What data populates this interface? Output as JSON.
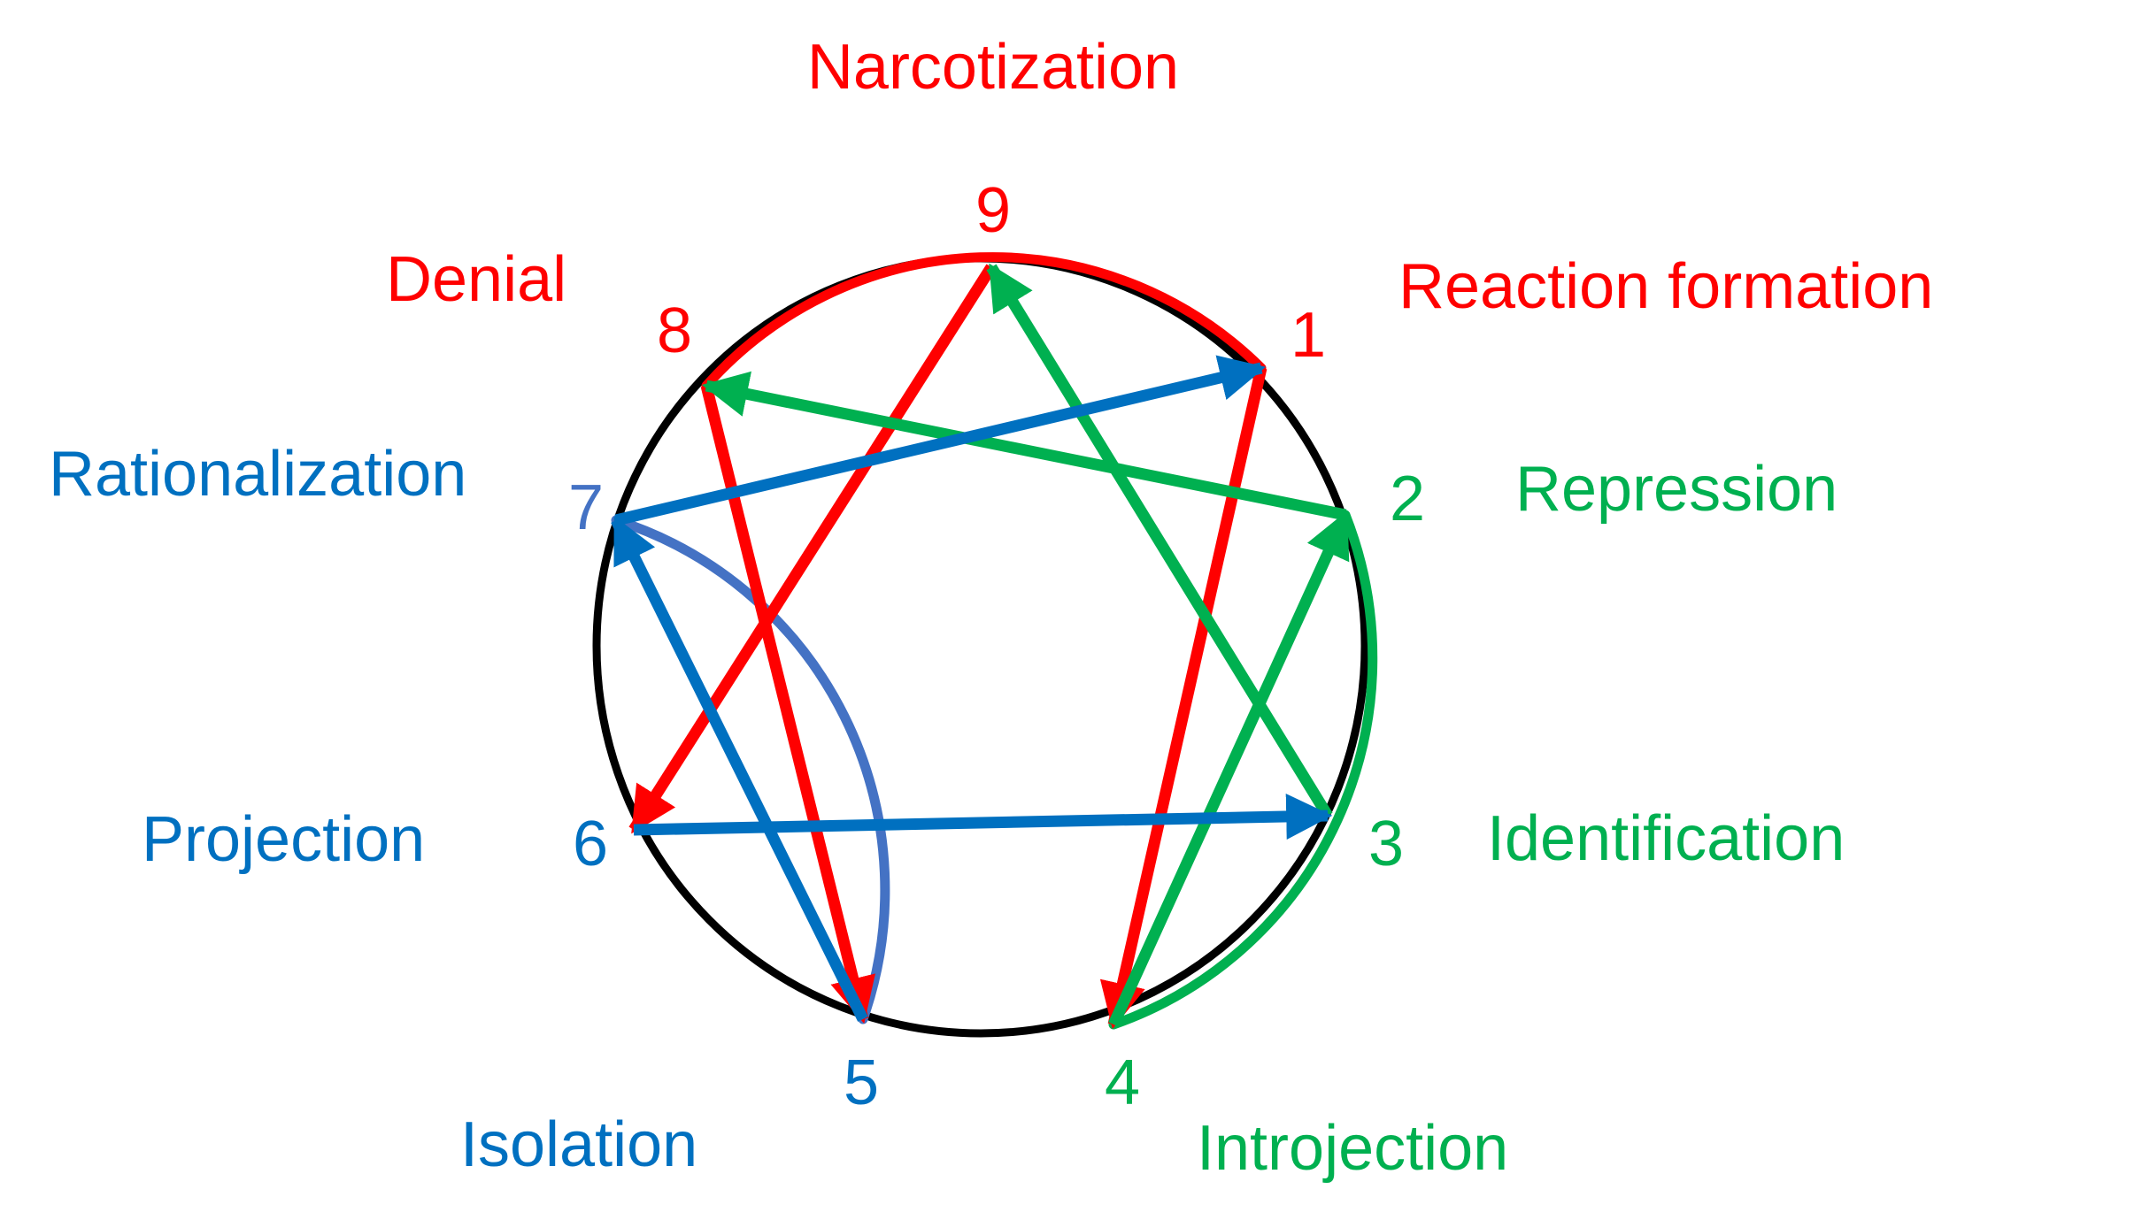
{
  "colors": {
    "red": "#ff0000",
    "green": "#00b050",
    "blue": "#0070c0",
    "slate_blue": "#4472c4",
    "black": "#000000"
  },
  "points": [
    {
      "id": "1",
      "label": "1",
      "color": "red",
      "mechanism": "Reaction formation",
      "mechanism_color": "red"
    },
    {
      "id": "2",
      "label": "2",
      "color": "green",
      "mechanism": "Repression",
      "mechanism_color": "green"
    },
    {
      "id": "3",
      "label": "3",
      "color": "green",
      "mechanism": "Identification",
      "mechanism_color": "green"
    },
    {
      "id": "4",
      "label": "4",
      "color": "green",
      "mechanism": "Introjection",
      "mechanism_color": "green"
    },
    {
      "id": "5",
      "label": "5",
      "color": "blue",
      "mechanism": "Isolation",
      "mechanism_color": "blue"
    },
    {
      "id": "6",
      "label": "6",
      "color": "blue",
      "mechanism": "Projection",
      "mechanism_color": "blue"
    },
    {
      "id": "7",
      "label": "7",
      "color": "slate_blue",
      "mechanism": "Rationalization",
      "mechanism_color": "blue"
    },
    {
      "id": "8",
      "label": "8",
      "color": "red",
      "mechanism": "Denial",
      "mechanism_color": "red"
    },
    {
      "id": "9",
      "label": "9",
      "color": "red",
      "mechanism": "Narcotization",
      "mechanism_color": "red"
    }
  ],
  "arrows": [
    {
      "from": "9",
      "to": "6",
      "color": "red"
    },
    {
      "from": "8",
      "to": "5",
      "color": "red"
    },
    {
      "from": "1",
      "to": "4",
      "color": "red"
    },
    {
      "from": "2",
      "to": "8",
      "color": "green"
    },
    {
      "from": "3",
      "to": "9",
      "color": "green"
    },
    {
      "from": "4",
      "to": "2",
      "color": "green"
    },
    {
      "from": "7",
      "to": "1",
      "color": "blue"
    },
    {
      "from": "6",
      "to": "3",
      "color": "blue"
    },
    {
      "from": "5",
      "to": "7",
      "color": "blue"
    }
  ],
  "arcs": [
    {
      "from": "8",
      "to": "1",
      "color": "red"
    },
    {
      "from": "2",
      "to": "4",
      "color": "green"
    },
    {
      "from": "7",
      "to": "5",
      "color": "slate_blue"
    }
  ]
}
